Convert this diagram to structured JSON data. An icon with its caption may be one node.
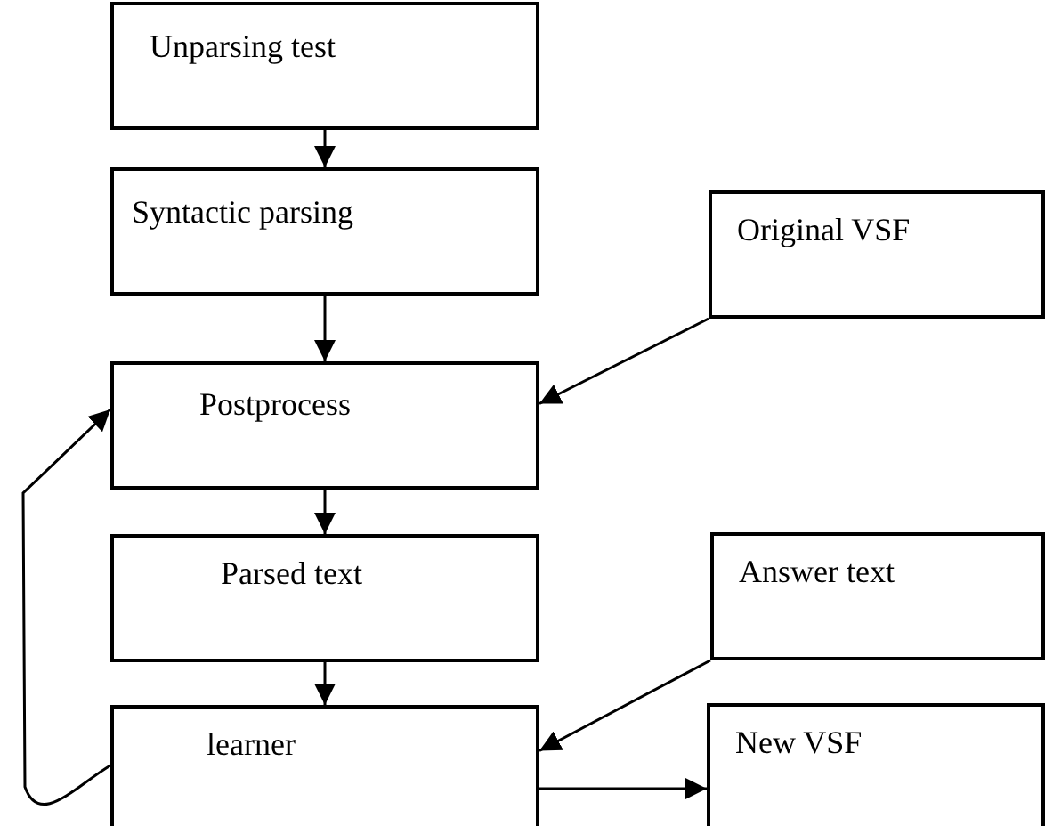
{
  "diagram": {
    "nodes": [
      {
        "text": [
          "Unparsing test"
        ]
      },
      {
        "text": [
          "Syntactic parsing"
        ]
      },
      {
        "text": [
          "Original VSF"
        ]
      },
      {
        "text": [
          "Postprocess"
        ]
      },
      {
        "text": [
          "Parsed text"
        ]
      },
      {
        "text": [
          "Answer text"
        ]
      },
      {
        "text": [
          "learner"
        ]
      },
      {
        "text": [
          "New VSF"
        ]
      }
    ],
    "edges": [
      {
        "from": 0,
        "to": 1,
        "arrow": "to"
      },
      {
        "from": 1,
        "to": 3,
        "arrow": "to"
      },
      {
        "from": 2,
        "to": 3,
        "arrow": "to"
      },
      {
        "from": 3,
        "to": 4,
        "arrow": "to"
      },
      {
        "from": 4,
        "to": 6,
        "arrow": "to"
      },
      {
        "from": 5,
        "to": 6,
        "arrow": "to"
      },
      {
        "from": 6,
        "to": 7,
        "arrow": "to"
      },
      {
        "from": 6,
        "to": 3,
        "arrow": "to"
      }
    ]
  }
}
